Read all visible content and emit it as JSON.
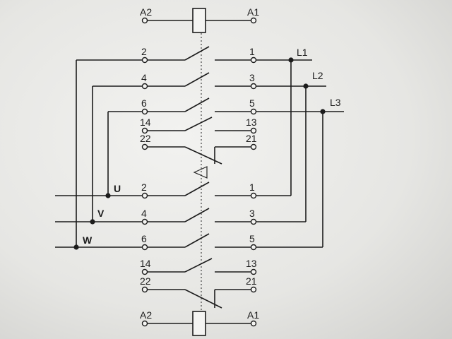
{
  "diagram": {
    "top_coil": {
      "left_label": "A2",
      "right_label": "A1"
    },
    "bottom_coil": {
      "left_label": "A2",
      "right_label": "A1"
    },
    "top_contactor": {
      "main_contacts": [
        {
          "left": "2",
          "right": "1"
        },
        {
          "left": "4",
          "right": "3"
        },
        {
          "left": "6",
          "right": "5"
        }
      ],
      "aux_no": {
        "left": "14",
        "right": "13"
      },
      "aux_nc": {
        "left": "22",
        "right": "21"
      }
    },
    "bottom_contactor": {
      "main_contacts": [
        {
          "left": "2",
          "right": "1"
        },
        {
          "left": "4",
          "right": "3"
        },
        {
          "left": "6",
          "right": "5"
        }
      ],
      "aux_no": {
        "left": "14",
        "right": "13"
      },
      "aux_nc": {
        "left": "22",
        "right": "21"
      }
    },
    "lines": [
      "L1",
      "L2",
      "L3"
    ],
    "outputs": [
      "U",
      "V",
      "W"
    ]
  }
}
